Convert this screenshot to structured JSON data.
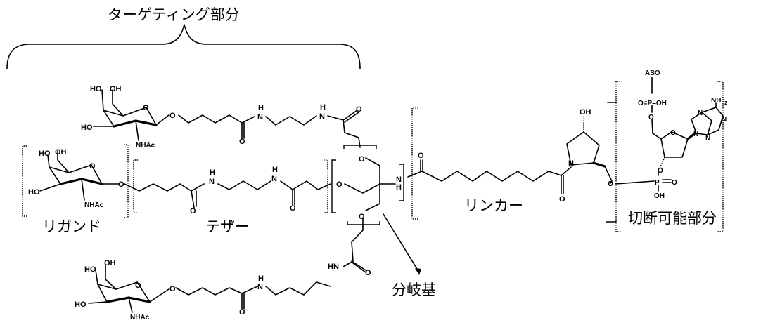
{
  "figure": {
    "type": "chemical-structure-diagram",
    "description": "GalNAc-targeted oligonucleotide conjugate with labeled segments"
  },
  "labels": {
    "targeting_moiety": "ターゲティング部分",
    "ligand": "リガンド",
    "tether": "テザー",
    "branch_point": "分岐基",
    "linker": "リンカー",
    "cleavable_moiety": "切断可能部分"
  },
  "atoms": {
    "ho": "HO",
    "oh": "OH",
    "o": "O",
    "nhac": "NHAc",
    "h": "H",
    "n": "N",
    "hn": "HN",
    "nh2": "NH",
    "nh2_sub": "2",
    "p": "P",
    "aso": "ASO",
    "o_eq_p_oh": "O=P–OH"
  },
  "segments": [
    {
      "name": "ligand",
      "content": "GalNAc (N-acetylgalactosamine) sugar x3"
    },
    {
      "name": "tether",
      "content": "pentanoyl-aminopropyl-amide chain"
    },
    {
      "name": "branch_point",
      "content": "tris-based branching core"
    },
    {
      "name": "linker",
      "content": "decanedioyl-hydroxyprolinol"
    },
    {
      "name": "cleavable_moiety",
      "content": "phosphodiester deoxyadenosine linked to ASO"
    }
  ]
}
